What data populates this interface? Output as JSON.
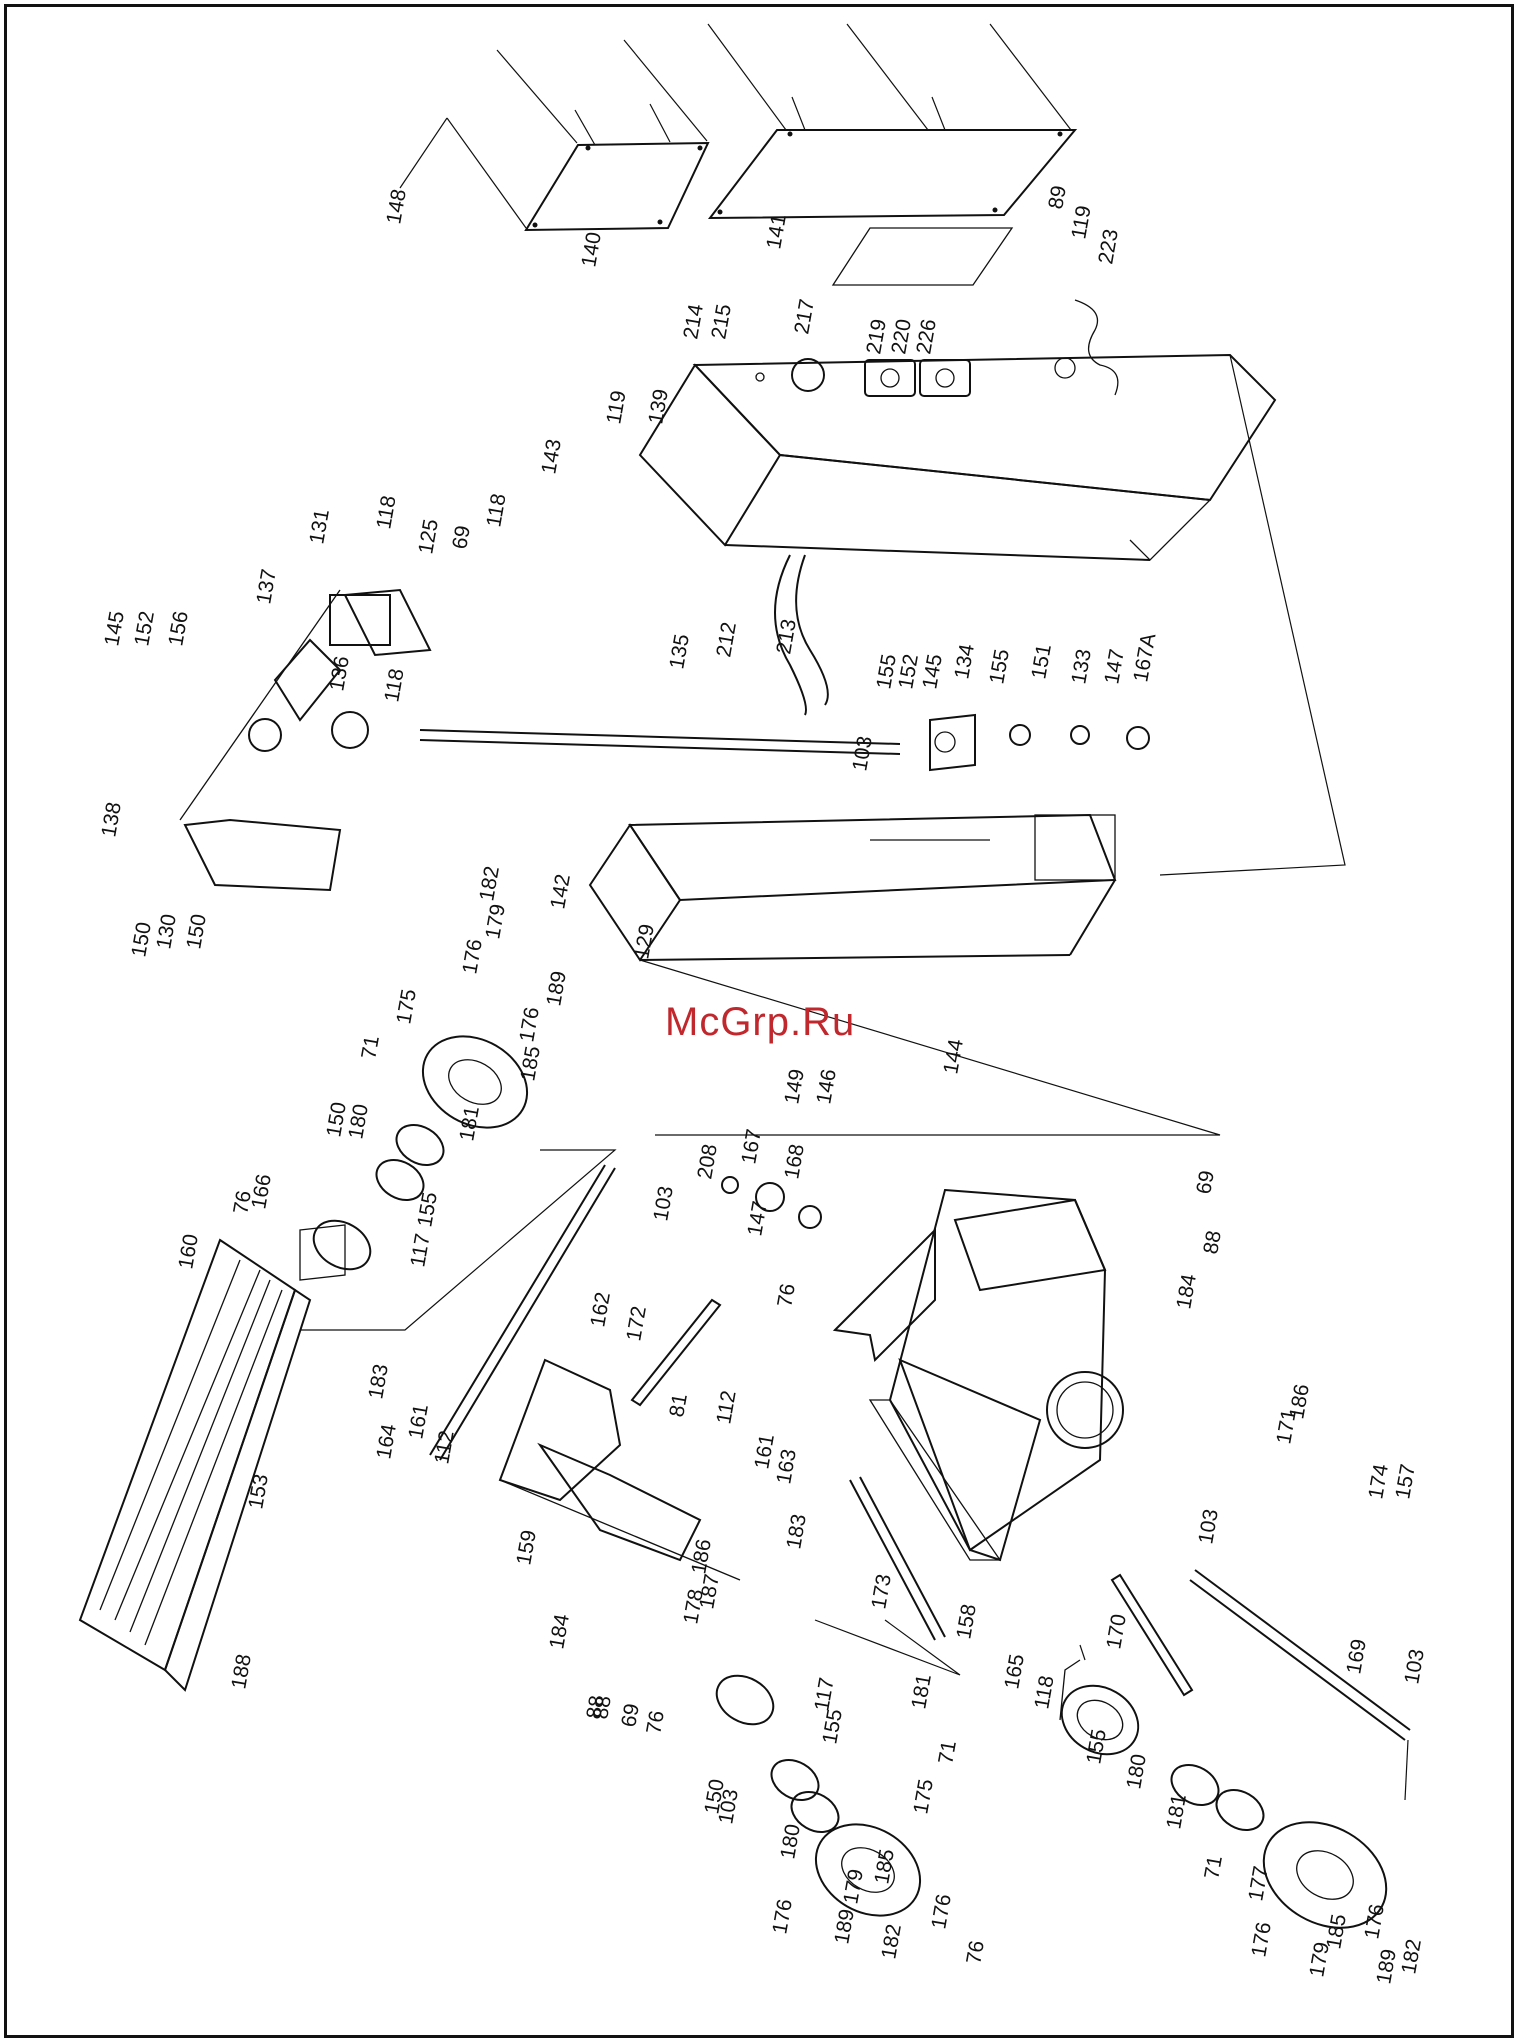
{
  "watermark": "McGrp.Ru",
  "labels": [
    "148",
    "140",
    "141",
    "89",
    "119",
    "223",
    "214",
    "215",
    "217",
    "219",
    "220",
    "226",
    "119",
    "139",
    "143",
    "131",
    "118",
    "125",
    "69",
    "118",
    "137",
    "145",
    "152",
    "156",
    "136",
    "118",
    "135",
    "155",
    "152",
    "145",
    "134",
    "155",
    "151",
    "133",
    "147",
    "167A",
    "138",
    "212",
    "213",
    "103",
    "150",
    "130",
    "150",
    "142",
    "129",
    "144",
    "149",
    "146",
    "182",
    "179",
    "176",
    "189",
    "176",
    "185",
    "175",
    "71",
    "181",
    "180",
    "150",
    "155",
    "166",
    "76",
    "117",
    "160",
    "208",
    "167",
    "168",
    "147",
    "69",
    "88",
    "76",
    "184",
    "88",
    "103",
    "162",
    "172",
    "183",
    "161",
    "112",
    "164",
    "153",
    "188",
    "81",
    "112",
    "161",
    "163",
    "186",
    "183",
    "159",
    "186",
    "187",
    "178",
    "184",
    "88",
    "69",
    "171",
    "158",
    "174",
    "157",
    "103",
    "165",
    "169",
    "103",
    "117",
    "155",
    "76",
    "173",
    "150",
    "103",
    "180",
    "181",
    "71",
    "175",
    "176",
    "179",
    "185",
    "176",
    "189",
    "182",
    "76",
    "170",
    "118",
    "155",
    "180",
    "181",
    "71",
    "177",
    "176",
    "179",
    "185",
    "176",
    "189",
    "182"
  ]
}
